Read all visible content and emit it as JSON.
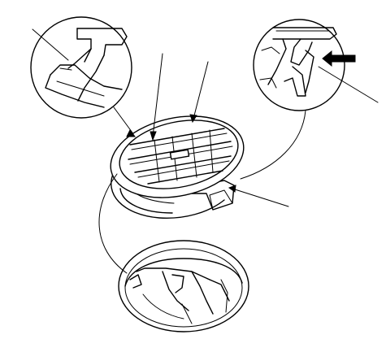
{
  "diagram": {
    "callout_count": 5,
    "detail_views": [
      "upper-left-clip-detail",
      "upper-right-clip-detail",
      "lower-mount-hole-detail"
    ],
    "main_part": "oval-air-vent-grille"
  }
}
